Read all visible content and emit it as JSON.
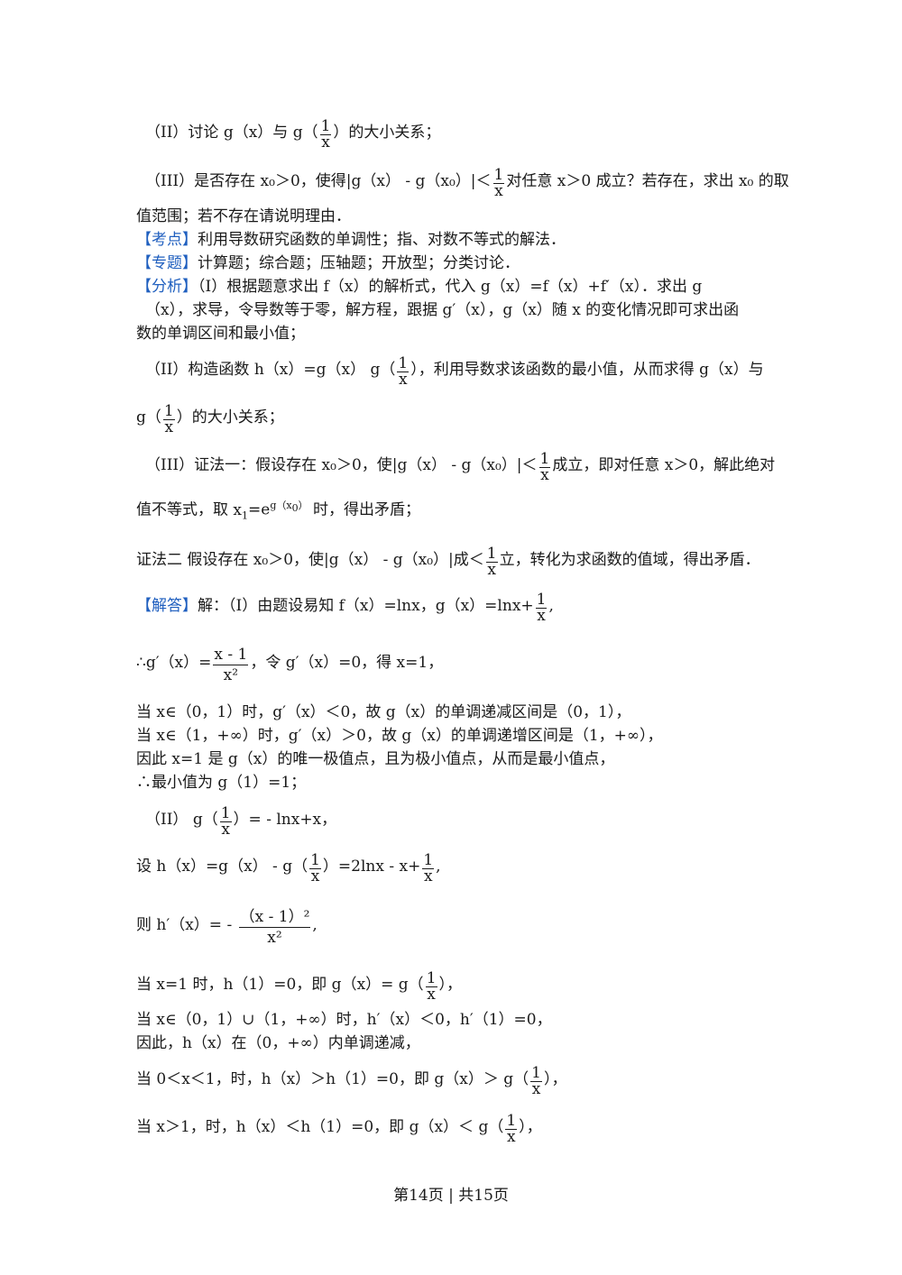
{
  "q2_prompt": {
    "pre": "（II）讨论 g（x）与 g（",
    "num": "1",
    "den": "x",
    "post": "）的大小关系；"
  },
  "q3_prompt": {
    "pre": "（III）是否存在 x₀＞0，使得|g（x） - g（x₀）|＜",
    "num": "1",
    "den": "x",
    "post": "对任意 x＞0 成立？若存在，求出 x₀ 的取"
  },
  "q3_prompt_cont": "值范围；若不存在请说明理由．",
  "kaodian": {
    "label": "【考点】",
    "text": "利用导数研究函数的单调性；指、对数不等式的解法．"
  },
  "zhuanti": {
    "label": "【专题】",
    "text": "计算题；综合题；压轴题；开放型；分类讨论．"
  },
  "fenxi": {
    "label": "【分析】",
    "text": "（I）根据题意求出 f（x）的解析式，代入 g（x）=f（x）+f′（x）．求出 g"
  },
  "fenxi_cont1": "（x），求导，令导数等于零，解方程，跟据 g′（x），g（x）随 x 的变化情况即可求出函",
  "fenxi_cont2": "数的单调区间和最小值；",
  "an2": {
    "pre": "（II）构造函数 h（x）=g（x） g（",
    "num": "1",
    "den": "x",
    "post": "），利用导数求该函数的最小值，从而求得 g（x）与"
  },
  "an2b": {
    "pre": "g（",
    "num": "1",
    "den": "x",
    "post": "）的大小关系；"
  },
  "an3": {
    "pre": "（III）证法一：假设存在 x₀＞0，使|g（x） - g（x₀）|＜",
    "num": "1",
    "den": "x",
    "post": "成立，即对任意 x＞0，解此绝对"
  },
  "an3b": {
    "pre": "值不等式，取 ",
    "x1": "x",
    "x1sub": "1",
    "eq": "=e",
    "sup": "g（x",
    "supsub": "0",
    "supend": "）",
    "post": " 时，得出矛盾；"
  },
  "an3c": {
    "pre": "证法二 假设存在 x₀＞0，使|g（x） - g（x₀）|成＜",
    "num": "1",
    "den": "x",
    "post": "立，转化为求函数的值域，得出矛盾．"
  },
  "sol_head": {
    "label": "【解答】",
    "pre": "解：（I）由题设易知 f（x）=lnx，g（x）=lnx+",
    "num": "1",
    "den": "x",
    "post": ","
  },
  "sol_deriv": {
    "pre": "∴g′（x）=",
    "num": "x - 1",
    "den": "x²",
    "post": "，令 g′（x）=0，得 x=1，"
  },
  "sol_l1": "当 x∈（0，1）时，g′（x）＜0，故 g（x）的单调递减区间是（0，1），",
  "sol_l2": "当 x∈（1，+∞）时，g′（x）＞0，故 g（x）的单调递增区间是（1，+∞），",
  "sol_l3": "因此 x=1 是 g（x）的唯一极值点，且为极小值点，从而是最小值点，",
  "sol_l4": "∴最小值为 g（1）=1；",
  "sol_ii": {
    "pre": "（II） g（",
    "num": "1",
    "den": "x",
    "post": "）= - lnx+x，"
  },
  "sol_h": {
    "pre": "设 h（x）=g（x） - g（",
    "num": "1",
    "den": "x",
    "mid": "）=2lnx - x+",
    "num2": "1",
    "den2": "x",
    "post": ","
  },
  "sol_hd": {
    "pre": "则 h′（x）= - ",
    "num": "（x - 1）²",
    "den": "x²",
    "post": ","
  },
  "sol_x1": {
    "pre": "当 x=1 时，h（1）=0，即 g（x）= g（",
    "num": "1",
    "den": "x",
    "post": "），"
  },
  "sol_l5": "当 x∈（0，1）∪（1，+∞）时，h′（x）＜0，h′（1）=0，",
  "sol_l6": "因此，h（x）在（0，+∞）内单调递减，",
  "sol_lt": {
    "pre": "当 0＜x＜1，时，h（x）＞h（1）=0，即 g（x）＞ g（",
    "num": "1",
    "den": "x",
    "post": "），"
  },
  "sol_gt": {
    "pre": "当 x＞1，时，h（x）＜h（1）=0，即 g（x）＜ g（",
    "num": "1",
    "den": "x",
    "post": "），"
  },
  "footer": "第14页 | 共15页",
  "colors": {
    "label": "#1f5fbf",
    "text": "#1a1a1a"
  }
}
